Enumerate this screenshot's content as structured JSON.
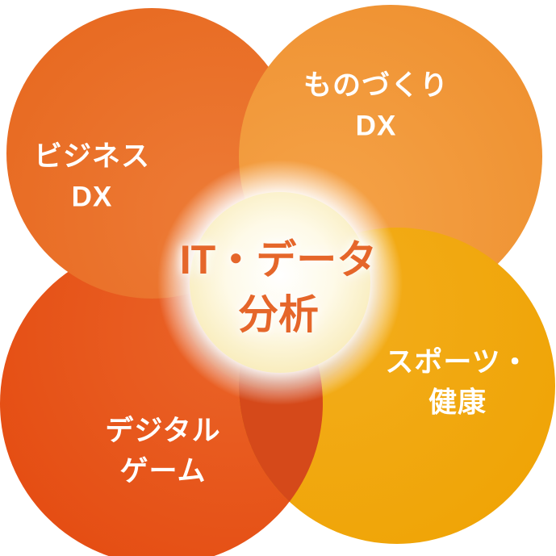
{
  "diagram": {
    "background": "#FFFFFF",
    "label_color": "#FFFFFF",
    "center": {
      "line1": "IT・データ",
      "line2": "分析",
      "text_color": "#E5662A",
      "fill_core": "#FFFFFF",
      "fill_mid": "#FEFAE8",
      "fill_edge": "#F9EDBE",
      "glow_color": "#FFFFFF",
      "shadow_color": "rgba(125,35,5,0.45)"
    },
    "petals": [
      {
        "id": "business-dx",
        "line1": "ビジネス",
        "line2": "DX",
        "inner": "#ED7B36",
        "outer": "#E7681F"
      },
      {
        "id": "monozukuri-dx",
        "line1": "ものづくり",
        "line2": "DX",
        "inner": "#F5A348",
        "outer": "#EE8F2E"
      },
      {
        "id": "sports-health",
        "line1": "スポーツ・",
        "line2": "健康",
        "inner": "#F3AD1C",
        "outer": "#EFA303"
      },
      {
        "id": "digital-game",
        "line1": "デジタル",
        "line2": "ゲーム",
        "inner": "#EA6428",
        "outer": "#E44A10"
      }
    ],
    "overlap_color": "#D5491A"
  }
}
